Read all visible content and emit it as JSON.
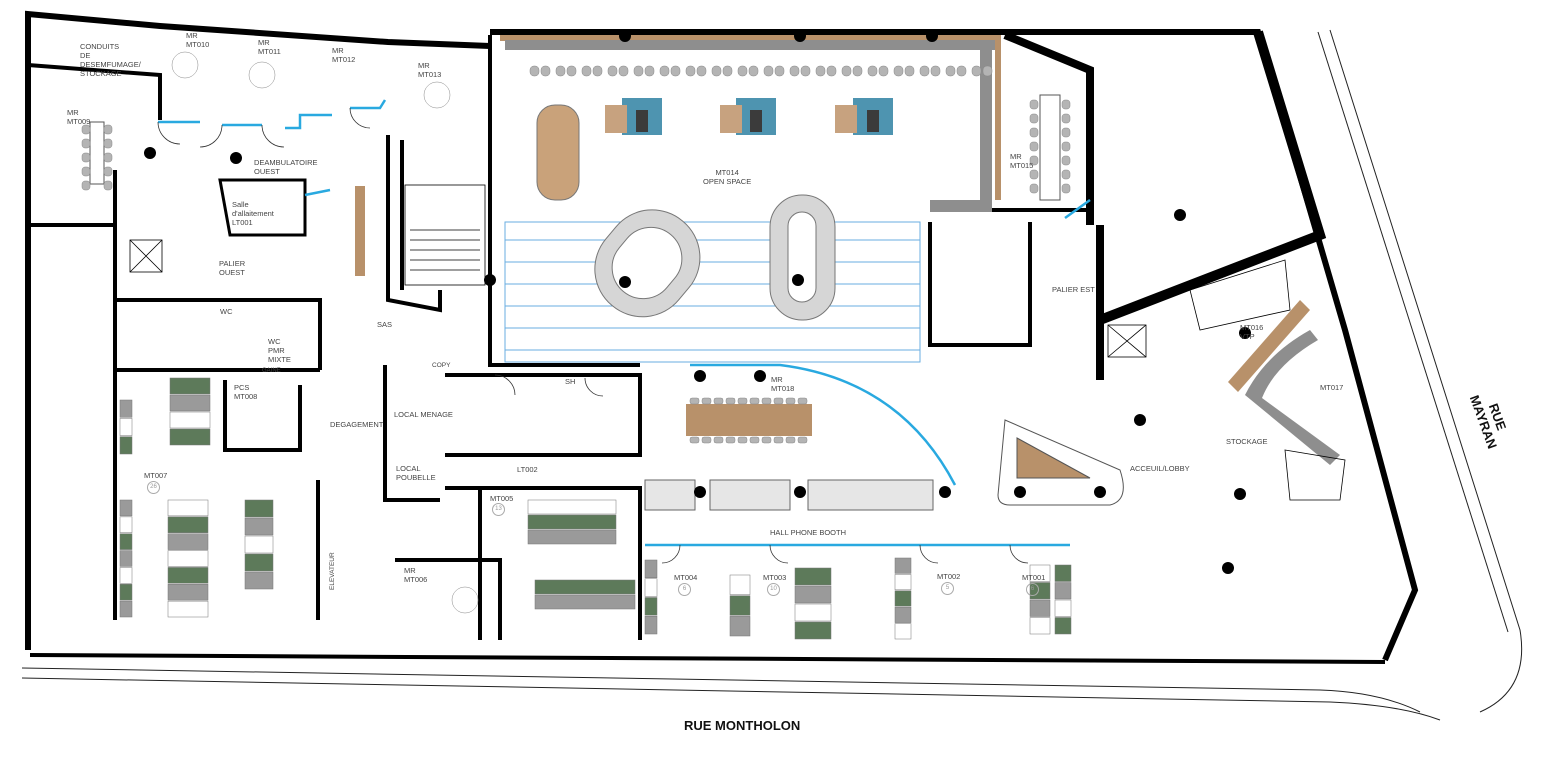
{
  "plan": {
    "rooms": {
      "conduits": "CONDUITS\nDE\nDESEMFUMAGE/\nSTOCKAGE",
      "mt010": "MR\nMT010",
      "mt011": "MR\nMT011",
      "mt012": "MR\nMT012",
      "mt013": "MR\nMT013",
      "mt009": "MR\nMT009",
      "deambulatoire": "DEAMBULATOIRE\nOUEST",
      "allaitement": "Salle\nd'allaitement\nLT001",
      "palier_ouest": "PALIER\nOUEST",
      "wc": "WC",
      "wc_pmr": "WC\nPMR\nMIXTE",
      "gaine": "GAINE",
      "pcs": "PCS\nMT008",
      "sas": "SAS",
      "degagement": "DEGAGEMENT",
      "copy": "COPY",
      "local_menage": "LOCAL MENAGE",
      "local_poubelle": "LOCAL\nPOUBELLE",
      "sh": "SH",
      "lt002": "LT002",
      "mt007": "MT007",
      "mt005": "MT005",
      "elevateur": "ELEVATEUR",
      "mt006": "MR\nMT006",
      "mt014": "MT014\nOPEN SPACE",
      "mt015": "MR\nMT015",
      "palier_est": "PALIER EST",
      "mt018": "MR\nMT018",
      "hall_phone_booth": "HALL PHONE BOOTH",
      "mt004": "MT004",
      "mt003": "MT003",
      "mt002": "MT002",
      "mt001": "MT001",
      "mt016": "MT016\nVTP",
      "mt017": "MT017",
      "stockage": "STOCKAGE",
      "lobby": "ACCEUIL/LOBBY"
    },
    "capacities": {
      "mt007": "26",
      "mt005": "13",
      "mt004": "6",
      "mt003": "10",
      "mt002": "5",
      "mt001": "6"
    },
    "streets": {
      "mayran": "RUE\nMAYRAN",
      "montholon": "RUE\nMONTHOLON"
    },
    "colors": {
      "wall": "#000000",
      "glass": "#29a9e0",
      "wood": "#b8916a",
      "desk_green": "#5d7a5a",
      "desk_grey": "#9a9a9a",
      "rug_blue": "#4e94b0",
      "chair": "#b4b4b4"
    }
  }
}
